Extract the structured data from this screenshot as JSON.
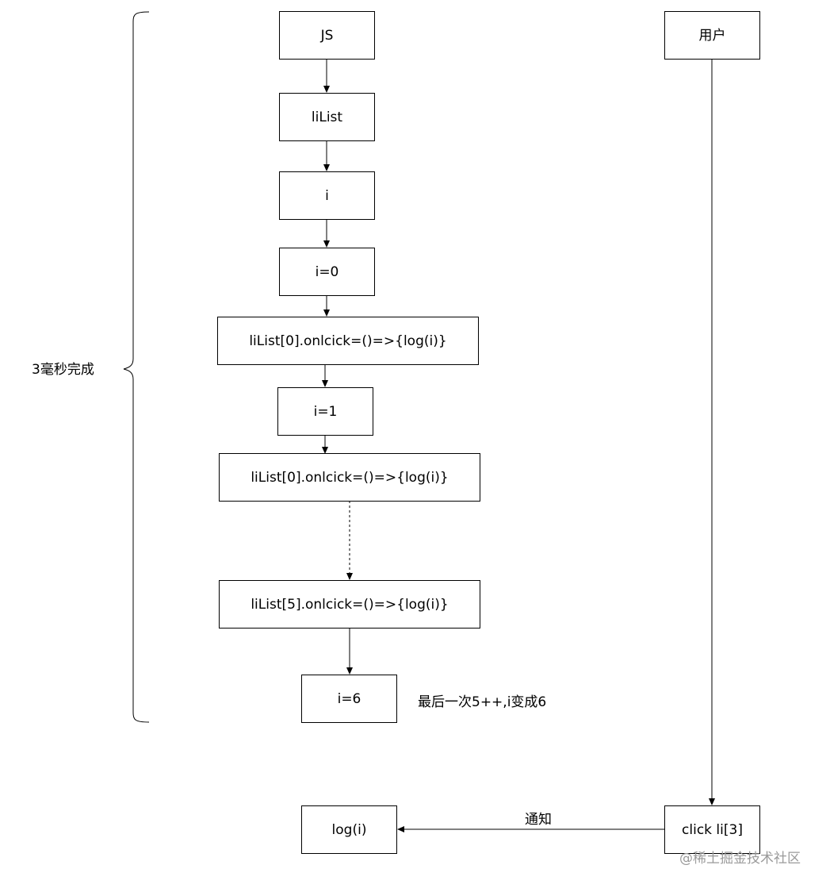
{
  "nodes": {
    "js": "JS",
    "lilist": "liList",
    "i": "i",
    "i0": "i=0",
    "assign0": "liList[0].onlcick=()=>{log(i)}",
    "i1": "i=1",
    "assign1": "liList[0].onlcick=()=>{log(i)}",
    "assign5": "liList[5].onlcick=()=>{log(i)}",
    "i6": "i=6",
    "user": "用户",
    "click": "click li[3]",
    "log": "log(i)"
  },
  "labels": {
    "brace": "3毫秒完成",
    "note": "最后一次5++,i变成6",
    "notify": "通知"
  },
  "watermark": "@稀土掘金技术社区"
}
